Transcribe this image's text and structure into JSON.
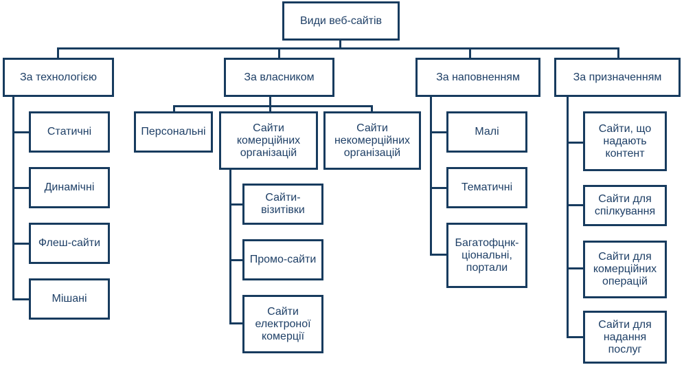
{
  "root": {
    "label": "Види веб-сайтів"
  },
  "categories": [
    {
      "label": "За технологією",
      "items": [
        "Статичні",
        "Динамічні",
        "Флеш-сайти",
        "Мішані"
      ]
    },
    {
      "label": "За власником",
      "items": [
        "Персональні",
        "Сайти комерційних організацій",
        "Сайти некомерційних організацій"
      ],
      "subitems": [
        "Сайти-візитівки",
        "Промо-сайти",
        "Сайти електроної комерції"
      ]
    },
    {
      "label": "За наповненням",
      "items": [
        "Малі",
        "Тематичні",
        "Багатофцнк-ціональні, портали"
      ]
    },
    {
      "label": "За призначенням",
      "items": [
        "Сайти, що надають контент",
        "Сайти для спілкування",
        "Сайти для комерційних операцій",
        "Сайти для надання послуг"
      ]
    }
  ],
  "colors": {
    "line": "#173b5e",
    "text": "#1e3f66",
    "fill": "#ffffff"
  }
}
